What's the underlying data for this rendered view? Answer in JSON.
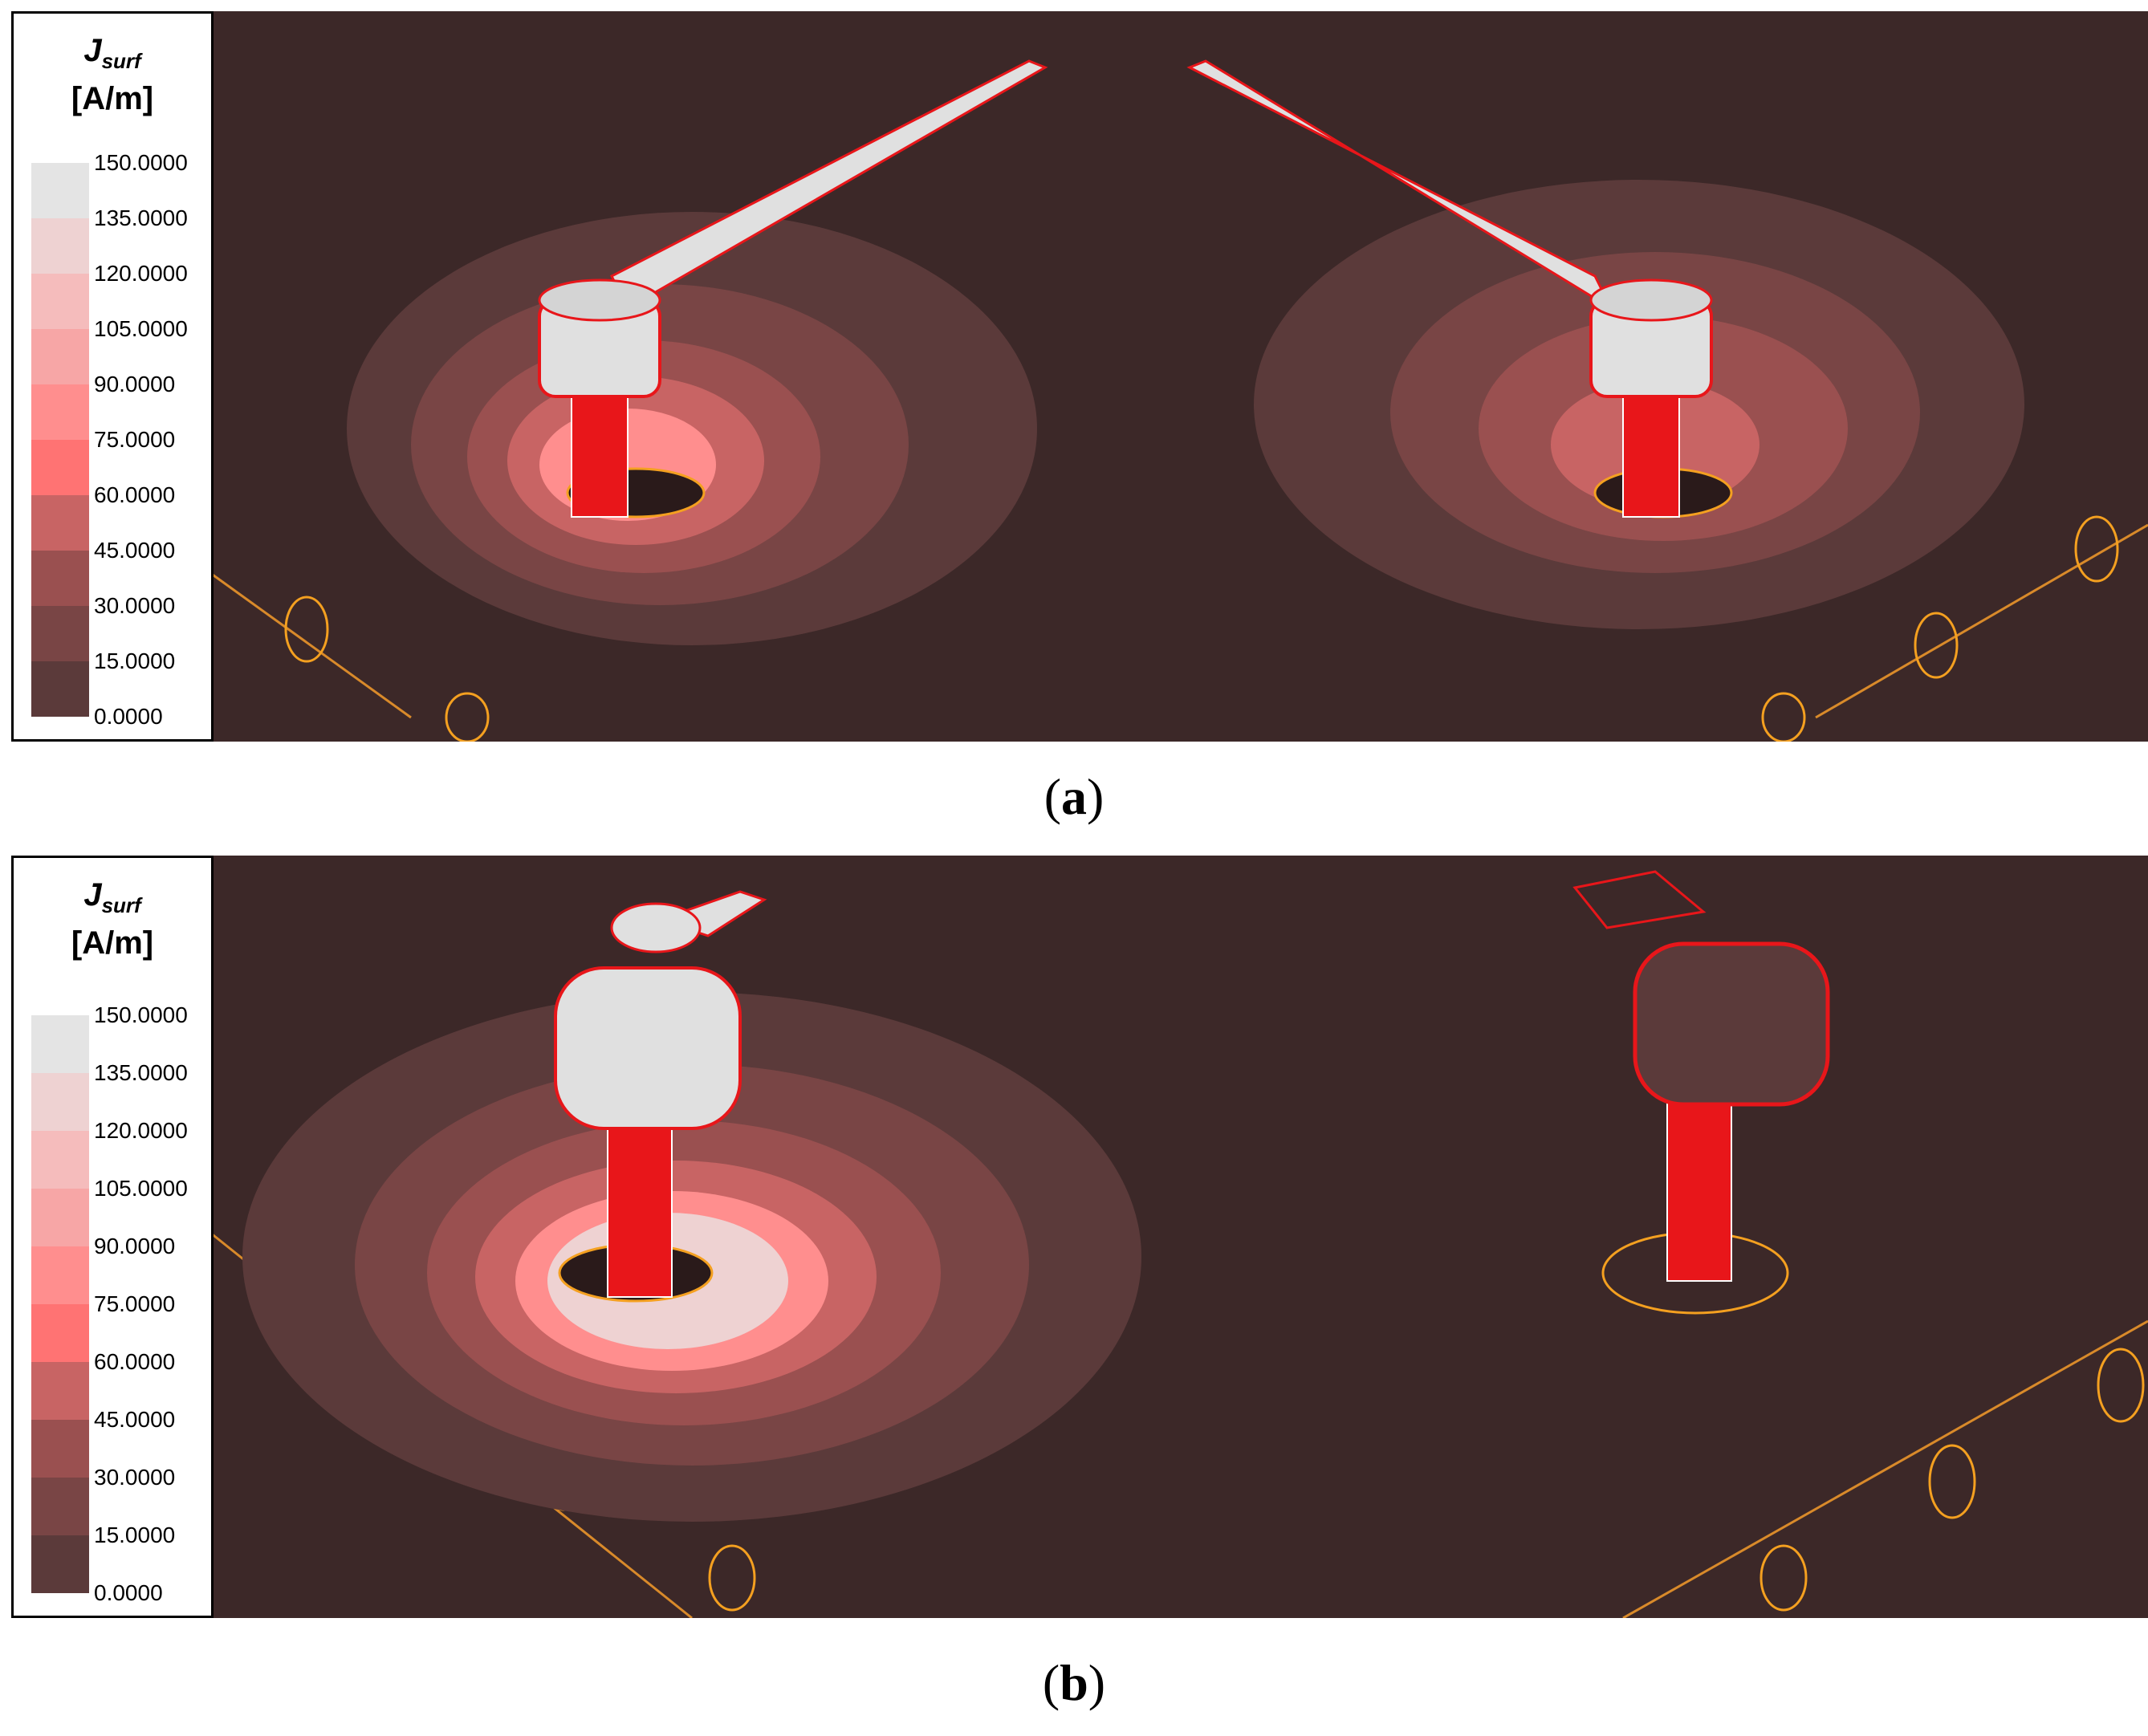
{
  "figures": [
    {
      "id": "a",
      "caption": {
        "open": "(",
        "letter": "a",
        "close": ")"
      },
      "legend": {
        "symbol": "J",
        "subscript": "surf",
        "unit": "[A/m]",
        "ticks": [
          "150.0000",
          "135.0000",
          "120.0000",
          "105.0000",
          "90.0000",
          "75.0000",
          "60.0000",
          "45.0000",
          "30.0000",
          "15.0000",
          "0.0000"
        ]
      }
    },
    {
      "id": "b",
      "caption": {
        "open": "(",
        "letter": "b",
        "close": ")"
      },
      "legend": {
        "symbol": "J",
        "subscript": "surf",
        "unit": "[A/m]",
        "ticks": [
          "150.0000",
          "135.0000",
          "120.0000",
          "105.0000",
          "90.0000",
          "75.0000",
          "60.0000",
          "45.0000",
          "30.0000",
          "15.0000",
          "0.0000"
        ]
      }
    }
  ],
  "colors": {
    "background": "#3c2828",
    "colorscale": [
      "#3e2a2b",
      "#5b3a3a",
      "#794545",
      "#9a5050",
      "#c86464",
      "#ff7373",
      "#ff8e8e",
      "#f7a6a6",
      "#f5bcbc",
      "#eed2d2",
      "#e4e4e4"
    ],
    "via_red": "#e8161a",
    "via_orange": "#f4a020"
  }
}
